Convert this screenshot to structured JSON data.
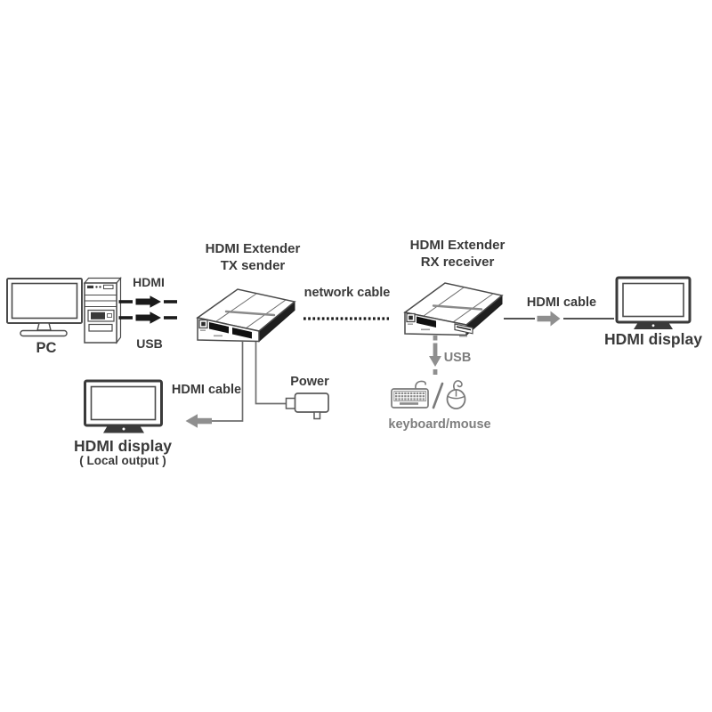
{
  "pc": {
    "label": "PC"
  },
  "tx_extender": {
    "title_line1": "HDMI Extender",
    "title_line2": "TX sender"
  },
  "rx_extender": {
    "title_line1": "HDMI Extender",
    "title_line2": "RX receiver"
  },
  "links": {
    "hdmi_from_pc": {
      "label": "HDMI"
    },
    "usb_from_pc": {
      "label": "USB"
    },
    "network_cable": {
      "label": "network cable"
    },
    "hdmi_cable_to_display": {
      "label": "HDMI cable"
    },
    "usb_to_peripherals": {
      "label": "USB"
    },
    "hdmi_cable_local": {
      "label": "HDMI cable"
    },
    "power": {
      "label": "Power"
    }
  },
  "remote_display": {
    "label": "HDMI display"
  },
  "local_display": {
    "label": "HDMI display",
    "sublabel": "( Local output )"
  },
  "peripherals": {
    "label": "keyboard/mouse"
  },
  "icons": [
    "pc-monitor-icon",
    "pc-tower-icon",
    "tx-extender-box-icon",
    "rx-extender-box-icon",
    "tv-icon",
    "keyboard-icon",
    "mouse-icon",
    "power-adapter-icon"
  ],
  "colors": {
    "ink": "#3a3a3a",
    "gray_text": "#7e7e7e",
    "arrow_black": "#1a1a1a",
    "arrow_gray": "#8f8f8f",
    "outline": "#4a4a4a",
    "wire": "#6f6f6f",
    "background": "#ffffff"
  }
}
